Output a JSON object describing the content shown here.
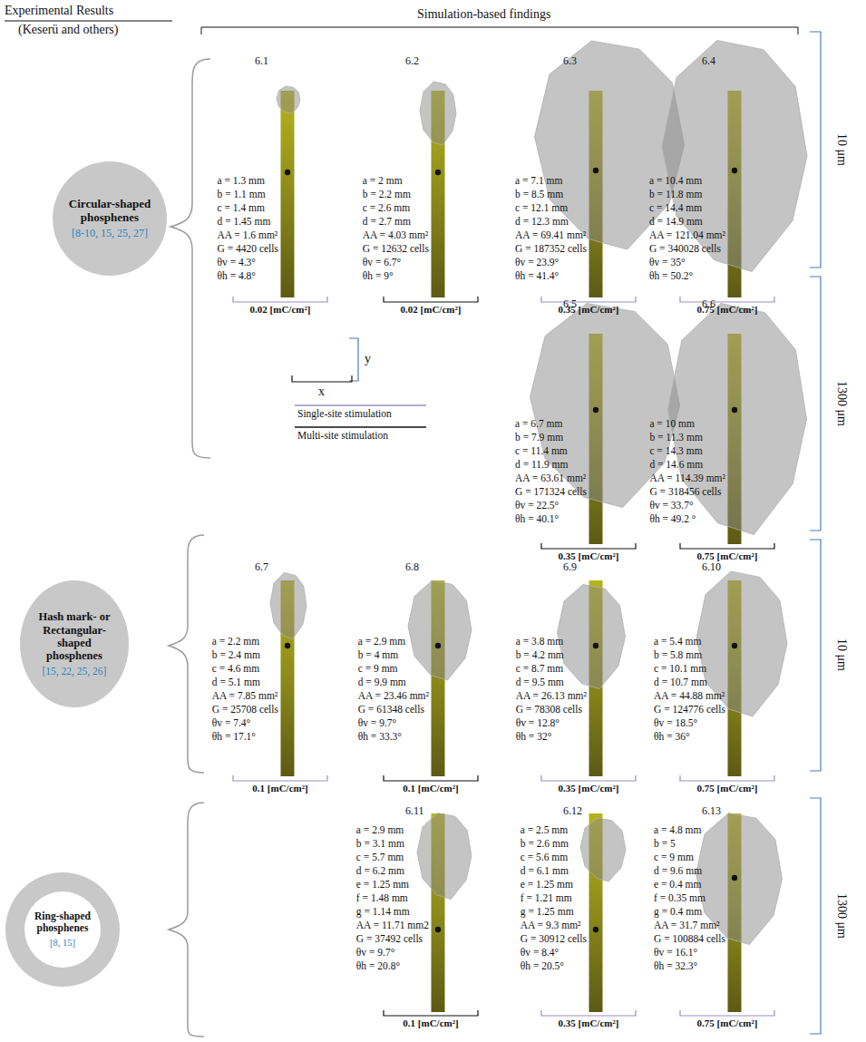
{
  "diagram": {
    "nodes": [
      {
        "text": [
          "Circular-shaped phosphenes",
          "[8-10, 15, 25, 27]"
        ]
      },
      {
        "text": [
          "Hash mark- or Rectangular-shaped phosphenes",
          "[15, 22, 25, 26]"
        ]
      },
      {
        "text": [
          "Ring-shaped phosphenes",
          "[8, 15]"
        ]
      }
    ],
    "labels": [
      "Experimental Results",
      "(Keserü and others)",
      "Simulation-based findings",
      "6.1",
      "a = 1.3 mm",
      "b = 1.1 mm",
      "c = 1.4 mm",
      "d = 1.45 mm",
      "AA = 1.6 mm²",
      "G = 4420 cells",
      "θv = 4.3°",
      "θh = 4.8°",
      "0.02 [mC/cm²]",
      "6.2",
      "a = 2 mm",
      "b = 2.2 mm",
      "c = 2.6 mm",
      "d = 2.7 mm",
      "AA = 4.03 mm²",
      "G = 12632 cells",
      "θv = 6.7°",
      "θh = 9°",
      "0.02 [mC/cm²]",
      "6.3",
      "a = 7.1 mm",
      "b = 8.5 mm",
      "c = 12.1 mm",
      "d = 12.3 mm",
      "AA = 69.41 mm²",
      "G = 187352 cells",
      "θv = 23.9°",
      "θh = 41.4°",
      "0.35 [mC/cm²]",
      "6.4",
      "a = 10.4 mm",
      "b = 11.8 mm",
      "c = 14.4 mm",
      "d = 14.9 mm",
      "AA = 121.04 mm²",
      "G = 340028 cells",
      "θv = 35°",
      "θh = 50.2°",
      "0.75 [mC/cm²]",
      "6.5",
      "a = 6.7 mm",
      "b = 7.9 mm",
      "c = 11.4 mm",
      "d = 11.9 mm",
      "AA = 63.61 mm²",
      "G = 171324 cells",
      "θv = 22.5°",
      "θh = 40.1°",
      "0.35 [mC/cm²]",
      "6.6",
      "a = 10 mm",
      "b = 11.3 mm",
      "c = 14.3 mm",
      "d = 14.6 mm",
      "AA = 114.39 mm²",
      "G = 318456 cells",
      "θv = 33.7°",
      "θh = 49.2 °",
      "0.75 [mC/cm²]",
      "6.7",
      "a = 2.2 mm",
      "b = 2.4 mm",
      "c = 4.6 mm",
      "d = 5.1 mm",
      "AA = 7.85 mm²",
      "G = 25708 cells",
      "θv = 7.4°",
      "θh = 17.1°",
      "0.1 [mC/cm²]",
      "6.8",
      "a = 2.9 mm",
      "b = 4 mm",
      "c = 9 mm",
      "d = 9.9 mm",
      "AA = 23.46 mm²",
      "G = 61348 cells",
      "θv = 9.7°",
      "θh = 33.3°",
      "0.1 [mC/cm²]",
      "6.9",
      "a = 3.8 mm",
      "b = 4.2 mm",
      "c = 8.7 mm",
      "d = 9.5 mm",
      "AA = 26.13 mm²",
      "G = 78308 cells",
      "θv = 12.8°",
      "θh = 32°",
      "0.35 [mC/cm²]",
      "6.10",
      "a = 5.4 mm",
      "b = 5.8 mm",
      "c = 10.1 mm",
      "d = 10.7 mm",
      "AA = 44.88 mm²",
      "G = 124776 cells",
      "θv = 18.5°",
      "θh = 36°",
      "0.75 [mC/cm²]",
      "6.11",
      "a = 2.9 mm",
      "b = 3.1 mm",
      "c = 5.7 mm",
      "d = 6.2 mm",
      "e = 1.25 mm",
      "f = 1.48 mm",
      "g = 1.14 mm",
      "AA = 11.71 mm2",
      "G = 37492 cells",
      "θv = 9.7°",
      "θh = 20.8°",
      "0.1 [mC/cm²]",
      "6.12",
      "a = 2.5 mm",
      "b = 2.6 mm",
      "c = 5.6 mm",
      "d = 6.1 mm",
      "e = 1.25 mm",
      "f = 1.21 mm",
      "g = 1.25 mm",
      "AA = 9.3 mm²",
      "G = 30912 cells",
      "θv = 8.4°",
      "θh = 20.5°",
      "0.35 [mC/cm²]",
      "6.13",
      "a = 4.8 mm",
      "b = 5",
      "c = 9 mm",
      "d = 9.6 mm",
      "e = 0.4 mm",
      "f = 0.35 mm",
      "g = 0.4 mm",
      "AA = 31.7 mm²",
      "G = 100884 cells",
      "θv = 16.1°",
      "θh = 32.3°",
      "0.75 [mC/cm²]",
      "y",
      "x",
      "10 μm",
      "1300 μm",
      "10 μm",
      "1300 μm"
    ],
    "legend": [
      {
        "text": "Single-site stimulation"
      },
      {
        "text": "Multi-site stimulation"
      }
    ]
  }
}
